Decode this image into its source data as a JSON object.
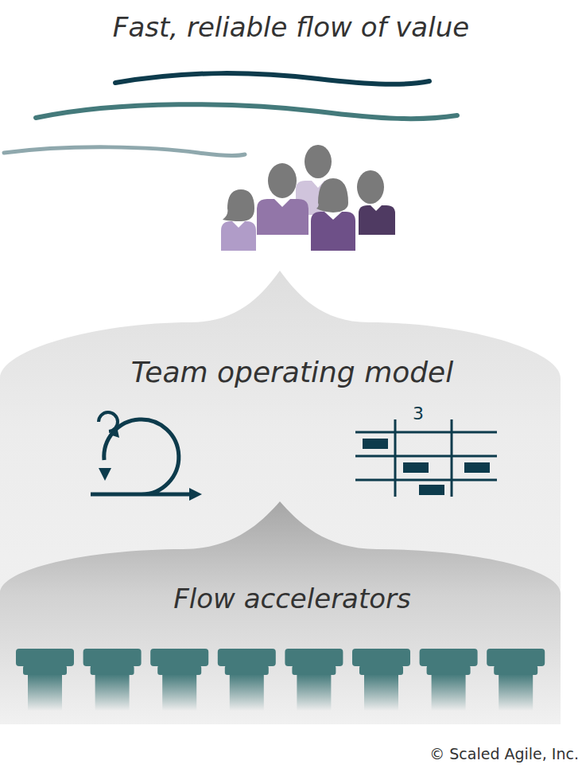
{
  "diagram": {
    "title": "Fast, reliable flow of value",
    "nodes": [
      {
        "text": [
          "Team operating model"
        ]
      },
      {
        "text": [
          "Flow accelerators"
        ]
      }
    ],
    "labels": [
      "3",
      "© Scaled Agile, Inc."
    ]
  }
}
